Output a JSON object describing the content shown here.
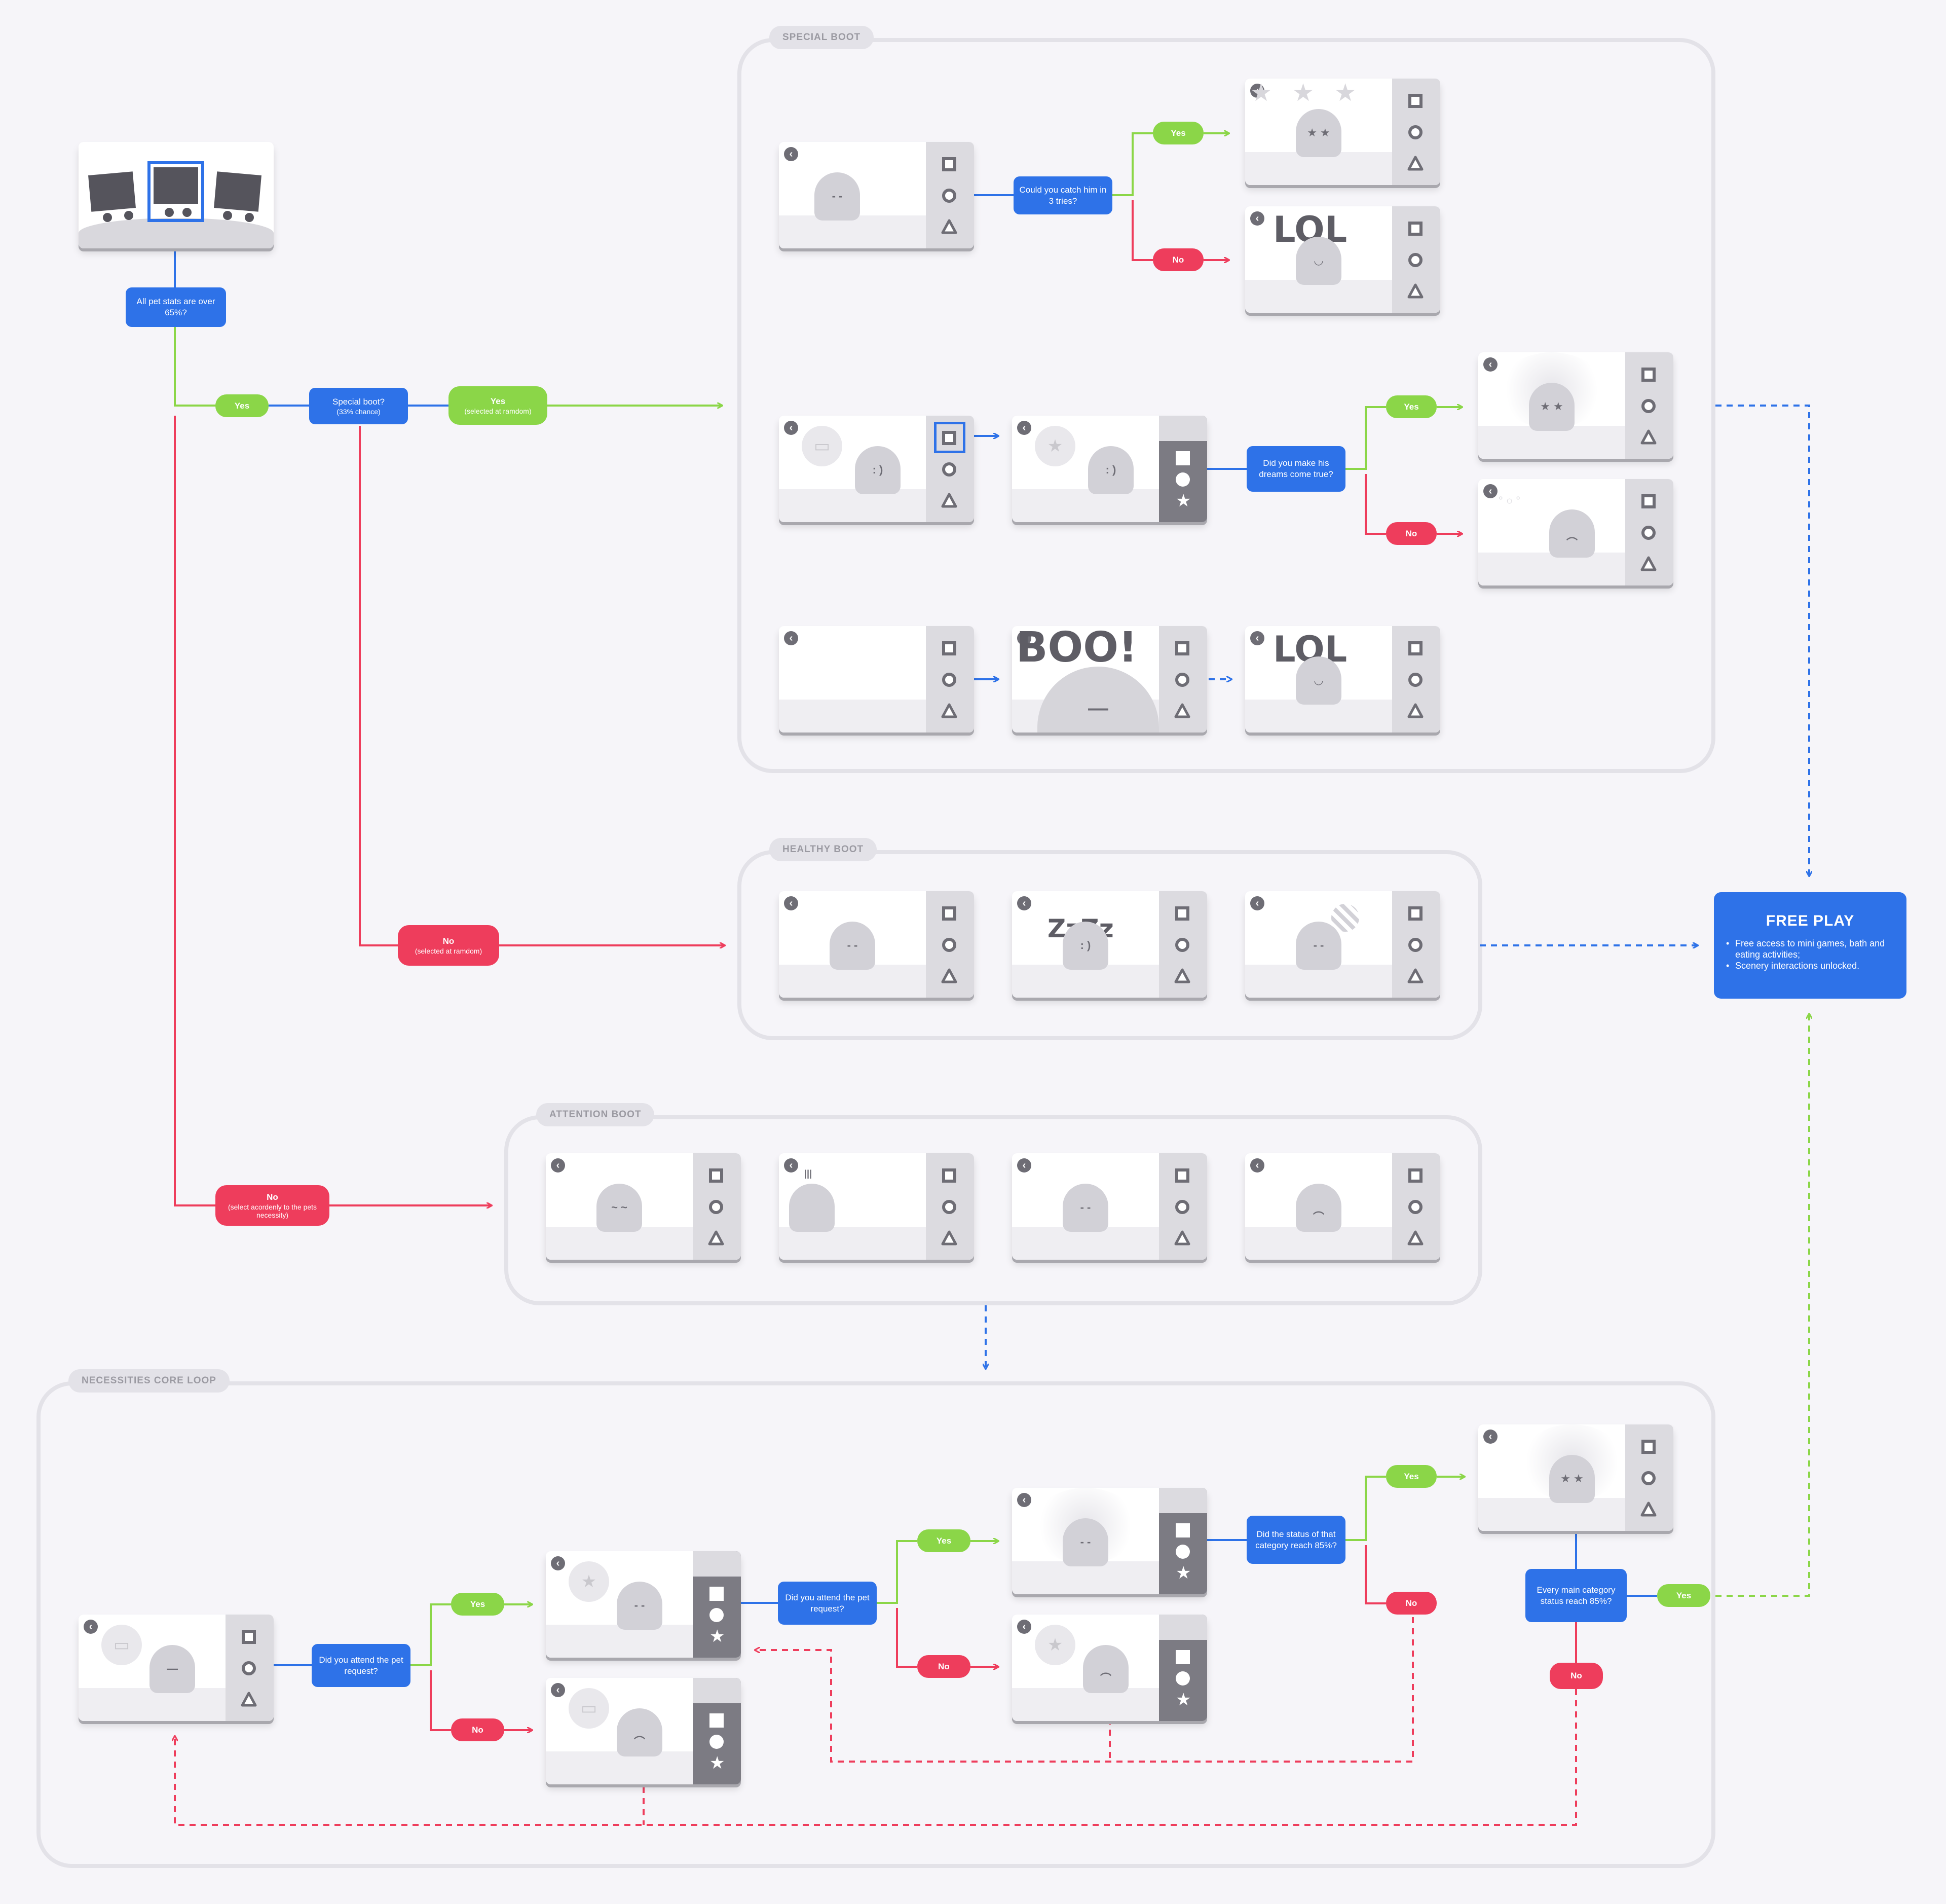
{
  "groups": {
    "special": "SPECIAL BOOT",
    "healthy": "HEALTHY BOOT",
    "attention": "ATTENTION BOOT",
    "necessities": "NECESSITIES CORE LOOP"
  },
  "decisions": {
    "stats": "All pet stats are over 65%?",
    "special": "Special boot?",
    "special_sub": "(33% chance)",
    "catch": "Could you catch him in 3 tries?",
    "dreams": "Did you make his dreams come true?",
    "attend1": "Did you attend the pet request?",
    "attend2": "Did you attend the pet request?",
    "category": "Did the status of that category reach 85%?",
    "main": "Every main category status reach 85%?"
  },
  "answers": {
    "yes": "Yes",
    "no": "No",
    "yes_random": "Yes",
    "yes_random_sub": "(selected at ramdom)",
    "no_random": "No",
    "no_random_sub": "(selected at ramdom)",
    "no_necessity": "No",
    "no_necessity_sub": "(select acordenly to the pets necessity)"
  },
  "words": {
    "lol": "LOL",
    "boo": "BOO!",
    "zzz": "ZzZz"
  },
  "free_play": {
    "title": "FREE PLAY",
    "items": [
      "Free access to mini games, bath and eating activities;",
      "Scenery interactions unlocked."
    ]
  },
  "colors": {
    "blue": "#2e72e8",
    "green": "#8bd648",
    "red": "#ee3d5c",
    "frame": "#e3e2e8",
    "icon": "#6e6d75"
  },
  "icons": {
    "buttons": [
      "square-icon",
      "circle-icon",
      "triangle-icon"
    ],
    "back": "back-arrow-icon"
  }
}
